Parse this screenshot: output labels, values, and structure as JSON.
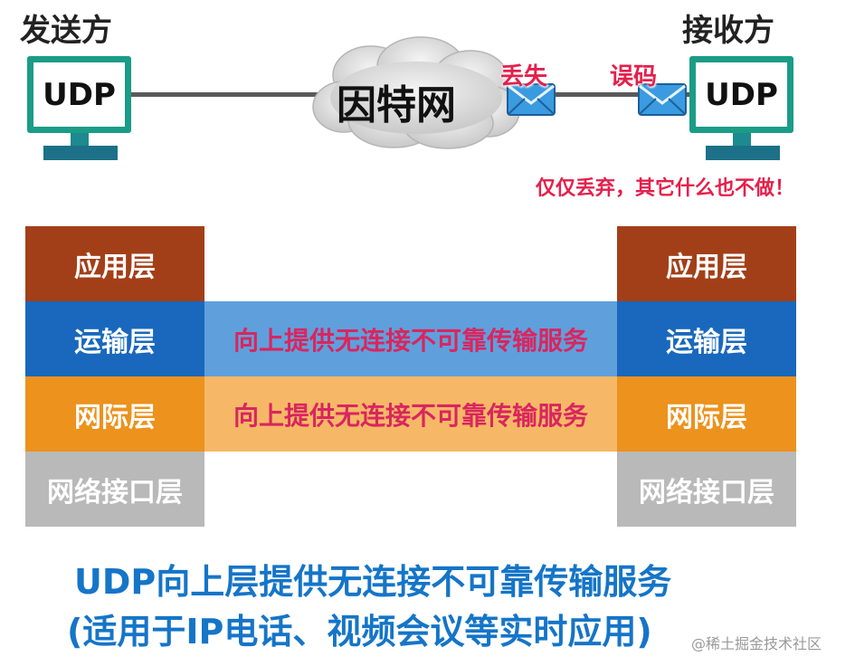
{
  "sender": {
    "title": "发送方",
    "protocol": "UDP"
  },
  "receiver": {
    "title": "接收方",
    "protocol": "UDP"
  },
  "network": {
    "label": "因特网"
  },
  "packets": {
    "lost_label": "丢失",
    "error_label": "误码"
  },
  "receiver_note": "仅仅丢弃，其它什么也不做！",
  "layers": {
    "application": "应用层",
    "transport": "运输层",
    "internet": "网际层",
    "link": "网络接口层"
  },
  "bands": {
    "transport": "向上提供无连接不可靠传输服务",
    "internet": "向上提供无连接不可靠传输服务"
  },
  "summary": {
    "line1": "UDP向上层提供无连接不可靠传输服务",
    "line2": "(适用于IP电话、视频会议等实时应用)"
  },
  "watermark": "@稀土掘金技术社区",
  "colors": {
    "application": "#a33f18",
    "transport": "#1968bd",
    "internet": "#ec921d",
    "link": "#b9b9b9",
    "band_transport": "#5fa0dc",
    "band_internet": "#f6b867",
    "monitor": "#1a9c87",
    "accent_red": "#e4204c",
    "summary_blue": "#1575c8"
  },
  "icons": [
    "monitor-icon",
    "cloud-icon",
    "envelope-icon"
  ]
}
